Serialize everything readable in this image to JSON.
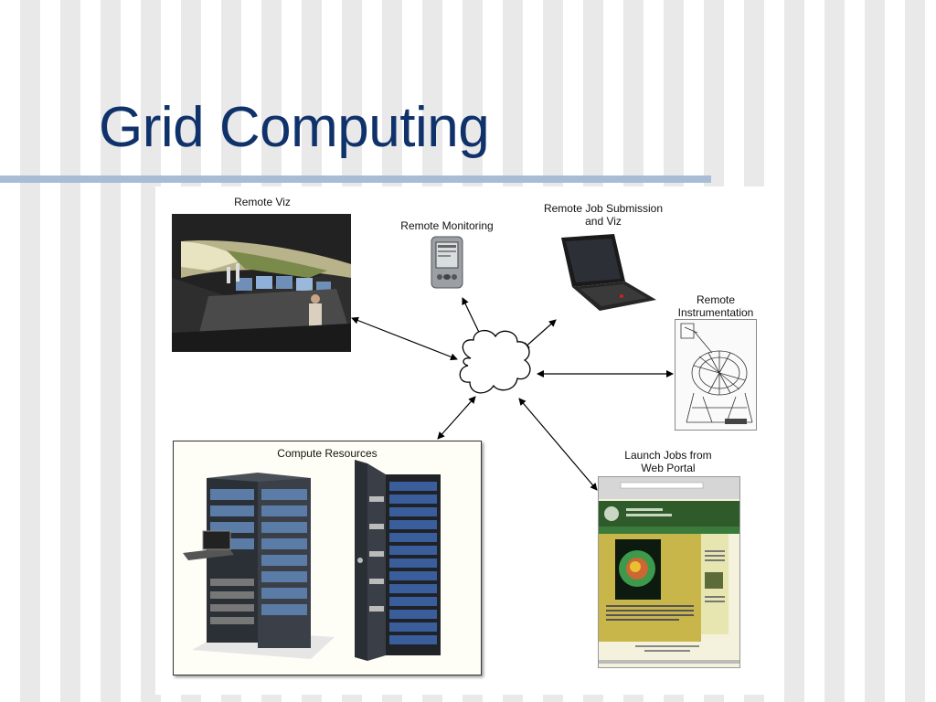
{
  "slide": {
    "title": "Grid Computing"
  },
  "diagram": {
    "nodes": {
      "remote_viz": "Remote Viz",
      "remote_monitoring": "Remote Monitoring",
      "remote_job_submission_line1": "Remote Job Submission",
      "remote_job_submission_line2": "and Viz",
      "remote_instrumentation_line1": "Remote",
      "remote_instrumentation_line2": "Instrumentation",
      "compute_resources": "Compute Resources",
      "launch_jobs_line1": "Launch Jobs from",
      "launch_jobs_line2": "Web Portal"
    }
  },
  "colors": {
    "title": "#10326b",
    "rule": "#a9bcd6",
    "portal_green": "#2f5a2a",
    "portal_tan": "#c8b64a",
    "rack_blue": "#3a5d9c"
  }
}
